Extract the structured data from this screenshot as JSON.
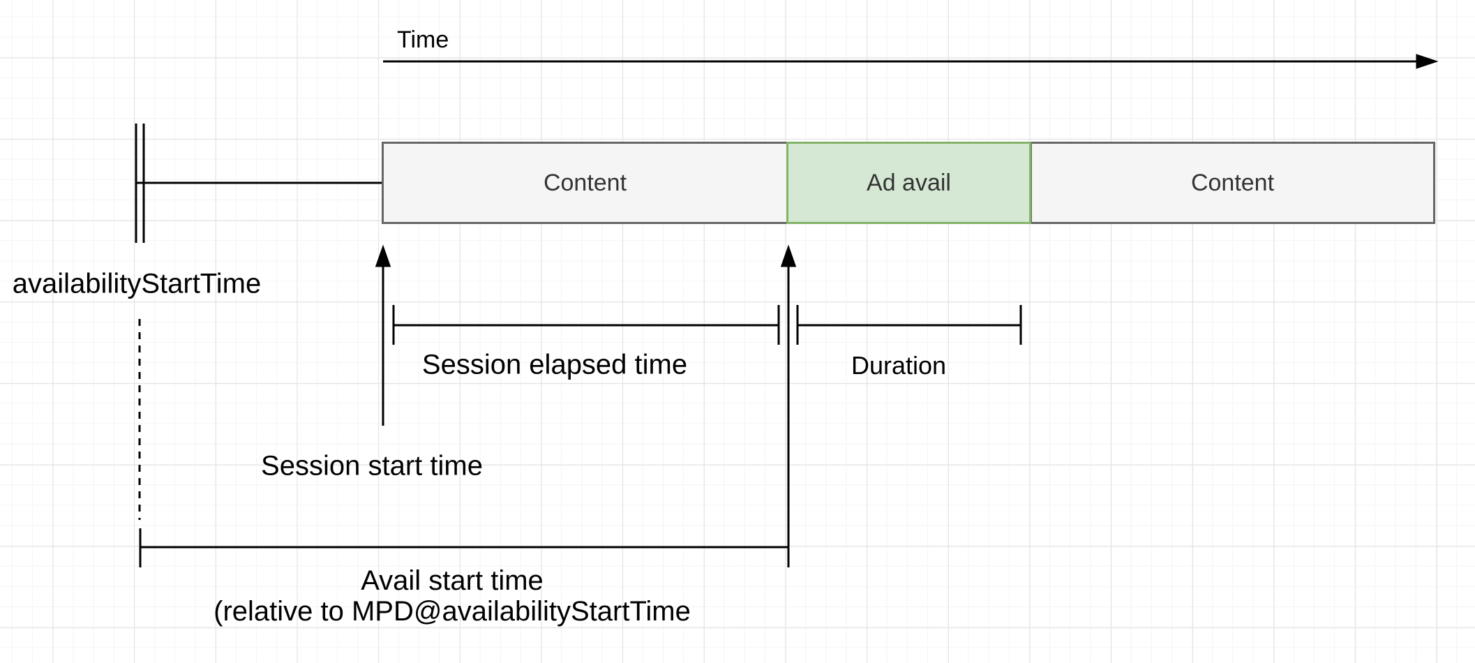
{
  "diagram": {
    "title_context": "Media timeline with ad avail",
    "time_axis": {
      "label": "Time"
    },
    "availability_marker": {
      "label": "availabilityStartTime"
    },
    "segments": [
      {
        "label": "Content",
        "type": "content",
        "fill": "#f5f5f5",
        "border": "#666666"
      },
      {
        "label": "Ad avail",
        "type": "ad-avail",
        "fill": "#d5e8d4",
        "border": "#82b366"
      },
      {
        "label": "Content",
        "type": "content",
        "fill": "#f5f5f5",
        "border": "#666666"
      }
    ],
    "measurements": {
      "session_elapsed": {
        "label": "Session elapsed time"
      },
      "duration": {
        "label": "Duration"
      },
      "session_start": {
        "label": "Session start time"
      },
      "avail_start": {
        "label_line1": "Avail start time",
        "label_line2": "(relative to MPD@availabilityStartTime"
      }
    },
    "colors": {
      "line": "#000000",
      "content_fill": "#f5f5f5",
      "content_border": "#666666",
      "ad_avail_fill": "#d5e8d4",
      "ad_avail_border": "#82b366",
      "grid_minor": "#f4f4f4",
      "grid_major": "#e2e2e2",
      "canvas_background": "#ffffff",
      "box_label_text": "#333333",
      "annotation_text": "#000000"
    }
  }
}
